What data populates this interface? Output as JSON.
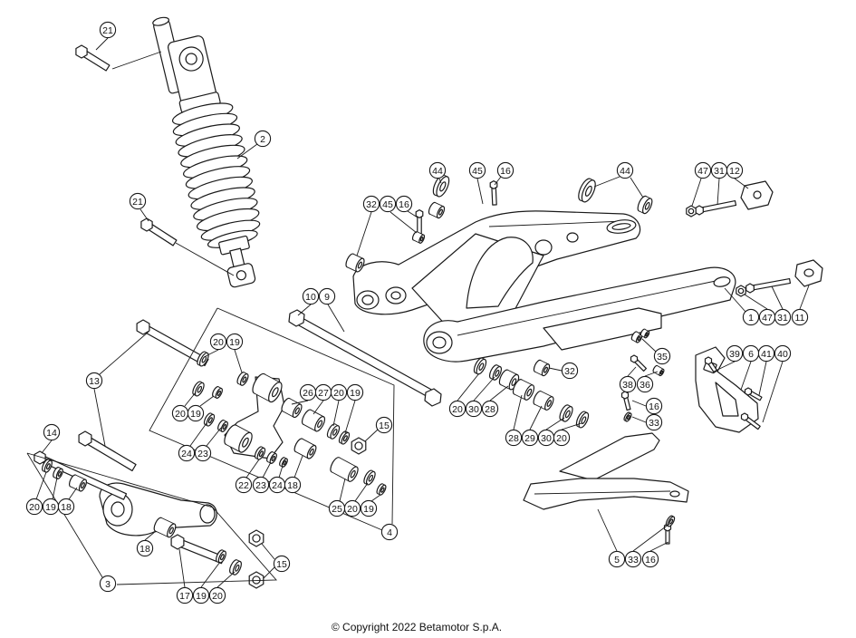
{
  "diagram": {
    "callouts": [
      "21",
      "2",
      "21",
      "10",
      "9",
      "20",
      "19",
      "13",
      "26",
      "27",
      "20",
      "19",
      "20",
      "19",
      "15",
      "14",
      "24",
      "23",
      "22",
      "23",
      "24",
      "18",
      "25",
      "20",
      "19",
      "20",
      "19",
      "18",
      "4",
      "18",
      "15",
      "3",
      "17",
      "19",
      "20",
      "44",
      "45",
      "16",
      "32",
      "45",
      "16",
      "44",
      "47",
      "31",
      "12",
      "1",
      "47",
      "31",
      "11",
      "35",
      "39",
      "6",
      "41",
      "40",
      "32",
      "38",
      "36",
      "16",
      "33",
      "20",
      "30",
      "28",
      "28",
      "29",
      "30",
      "20",
      "5",
      "33",
      "16"
    ],
    "copyright": "© Copyright 2022 Betamotor S.p.A."
  }
}
